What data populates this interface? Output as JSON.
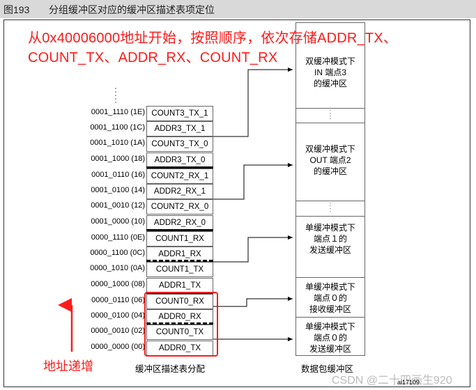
{
  "header": {
    "figure_number": "图193",
    "title": "分组缓冲区对应的缓冲区描述表项定位"
  },
  "annotations": {
    "line1": "从0x40006000地址开始，按照顺序，依次存储ADDR_TX、",
    "line2": "COUNT_TX、ADDR_RX、COUNT_RX",
    "address_increase": "地址递增"
  },
  "descriptor_table": {
    "caption": "缓冲区描述表分配",
    "rows": [
      {
        "address": "0001_1110 (1E)",
        "label": "COUNT3_TX_1"
      },
      {
        "address": "0001_1100 (1C)",
        "label": "ADDR3_TX_1"
      },
      {
        "address": "0001_1010 (1A)",
        "label": "COUNT3_TX_0"
      },
      {
        "address": "0001_1000 (18)",
        "label": "ADDR3_TX_0"
      },
      {
        "address": "0001_0110 (16)",
        "label": "COUNT2_RX_1"
      },
      {
        "address": "0001_0100 (14)",
        "label": "ADDR2_RX_1"
      },
      {
        "address": "0001_0010 (12)",
        "label": "COUNT2_RX_0"
      },
      {
        "address": "0001_0000 (10)",
        "label": "ADDR2_RX_0"
      },
      {
        "address": "0000_1110 (0E)",
        "label": "COUNT1_RX"
      },
      {
        "address": "0000_1100 (0C)",
        "label": "ADDR1_RX"
      },
      {
        "address": "0000_1010 (0A)",
        "label": "COUNT1_TX"
      },
      {
        "address": "0000_1000 (08)",
        "label": "ADDR1_TX"
      },
      {
        "address": "0000_0110 (06)",
        "label": "COUNT0_RX"
      },
      {
        "address": "0000_0100 (04)",
        "label": "ADDR0_RX"
      },
      {
        "address": "0000_0010 (02)",
        "label": "COUNT0_TX"
      },
      {
        "address": "0000_0000 (00)",
        "label": "ADDR0_TX"
      }
    ]
  },
  "packet_buffer": {
    "caption": "数据包缓冲区",
    "areas": [
      {
        "lines": [
          "双缓冲模式下",
          "IN 端点3",
          "的缓冲区"
        ]
      },
      {
        "lines": [
          "双缓冲模式下",
          "OUT 端点2",
          "的缓冲区"
        ]
      },
      {
        "lines": [
          "单缓冲模式下",
          "端点１的",
          "发送缓冲区"
        ]
      },
      {
        "lines": [
          "单缓冲模式下",
          "端点０的",
          "接收缓冲区"
        ]
      },
      {
        "lines": [
          "单缓冲模式下",
          "端点０的",
          "发送缓冲区"
        ]
      }
    ]
  },
  "footer": {
    "watermark": "CSDN @二十四画生920",
    "figure_id": "ai17109"
  }
}
